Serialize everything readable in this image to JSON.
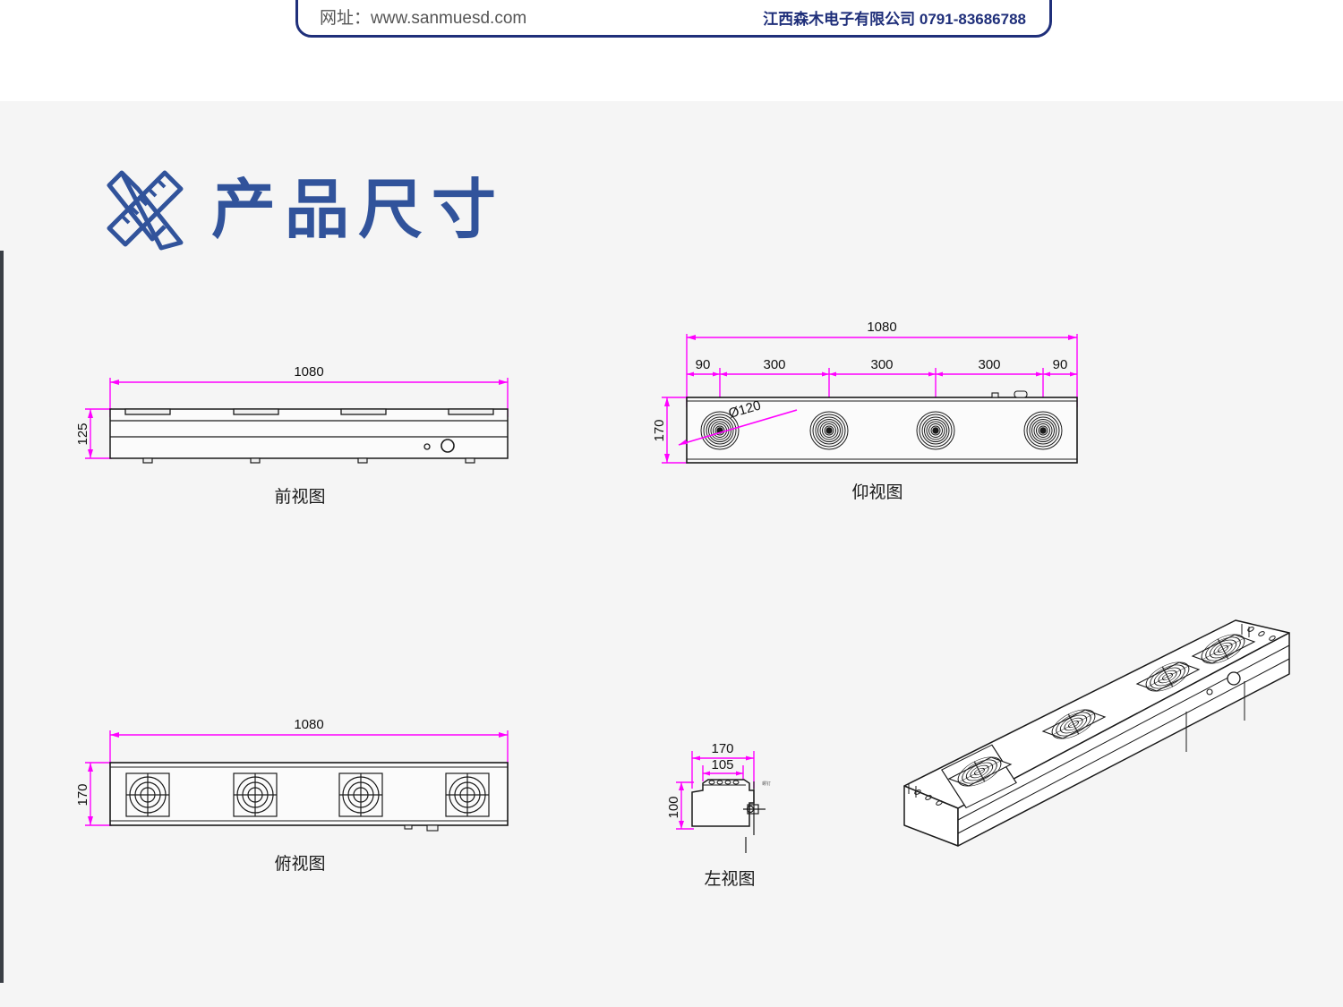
{
  "header": {
    "website": "网址：www.sanmuesd.com",
    "company": "江西森木电子有限公司 0791-83686788",
    "border_color": "#1f2f7a"
  },
  "section": {
    "title": "产品尺寸",
    "title_color": "#31539b",
    "icon": "ruler-pencil-icon"
  },
  "colors": {
    "dimension_line": "#ff00ff",
    "drawing_line": "#1a1a1a",
    "page_background": "#f5f5f5"
  },
  "views": {
    "front": {
      "caption": "前视图",
      "dims": {
        "width": "1080",
        "height": "125"
      },
      "fan_count": 4
    },
    "bottom": {
      "caption": "仰视图",
      "dims": {
        "width": "1080",
        "height": "170",
        "diameter": "Ø120",
        "spacings": [
          "90",
          "300",
          "300",
          "300",
          "90"
        ]
      },
      "fan_count": 4
    },
    "top": {
      "caption": "俯视图",
      "dims": {
        "width": "1080",
        "height": "170"
      },
      "fan_count": 4
    },
    "left": {
      "caption": "左视图",
      "dims": {
        "outer_width": "170",
        "inner_width": "105",
        "height": "100"
      }
    },
    "iso": {
      "caption": "",
      "fan_count": 4
    }
  }
}
